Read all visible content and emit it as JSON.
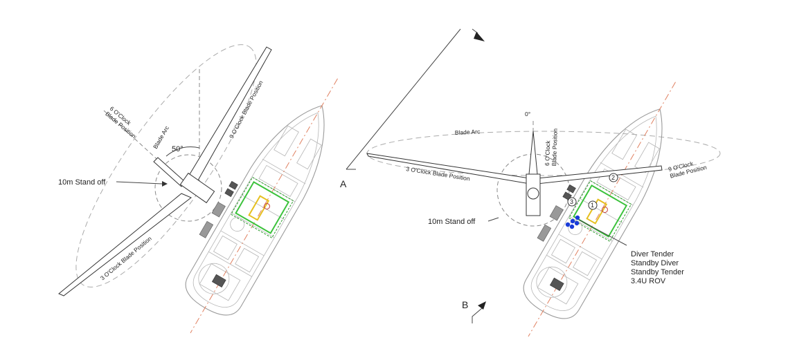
{
  "left": {
    "stand_off": "10m Stand off",
    "six_oclock": [
      "6 O'Clock",
      "Blade Position"
    ],
    "blade_arc": "Blade Arc",
    "nine_oclock": "9 O'Clock Blade Position",
    "three_oclock": "3 O'Clock Blade Position",
    "angle": "50°"
  },
  "right": {
    "zero_deg": "0°",
    "blade_arc": "Blade Arc",
    "six_oclock": [
      "6 O'Clock",
      "Blade Position"
    ],
    "nine_oclock": [
      "9 O'Clock",
      "Blade Position"
    ],
    "three_oclock": "3 O'Clock Blade Position",
    "stand_off": "10m Stand off",
    "section_a": "A",
    "section_b": "B",
    "markers": [
      "1",
      "2",
      "3"
    ],
    "legend": [
      "Diver Tender",
      "Standby Diver",
      "Standby Tender",
      "3.4U ROV"
    ]
  }
}
